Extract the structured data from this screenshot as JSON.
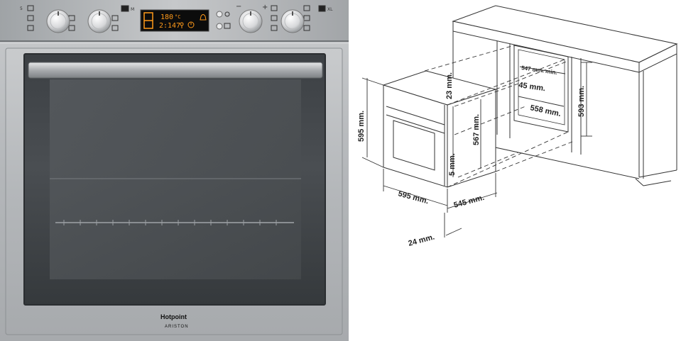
{
  "oven": {
    "display": {
      "temperature": "180",
      "unit": "°C",
      "time": "2:147"
    },
    "brand": {
      "name": "Hotpoint",
      "sub": "ARISTON"
    },
    "panel_labels": {
      "left_top": "5",
      "right_xl": "XL",
      "m": "M"
    }
  },
  "diagram": {
    "dimensions": {
      "oven_height": "595 mm.",
      "oven_width": "595 mm.",
      "oven_depth": "545 mm.",
      "front_thickness": "24 mm.",
      "top_gap": "23 mm.",
      "inner_height": "567 mm.",
      "bottom_gap": "5 mm.",
      "niche_width_min": "547 mm. min.",
      "niche_side": "45 mm.",
      "niche_depth": "558 mm.",
      "niche_height": "593 mm."
    }
  }
}
